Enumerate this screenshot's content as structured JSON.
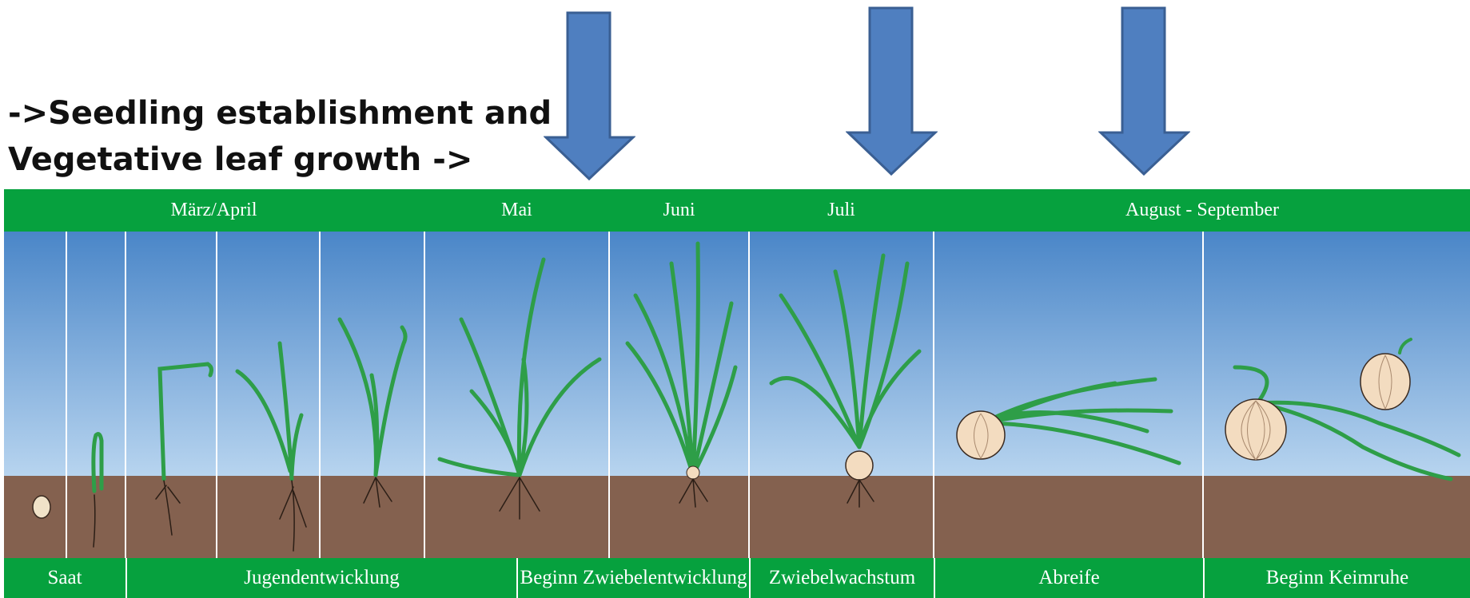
{
  "heading": {
    "line1": "->Seedling establishment and",
    "line2": "Vegetative leaf growth ->"
  },
  "colors": {
    "band": "#06a13e",
    "arrow": "#4f7fc0",
    "arrow_border": "#3a5f93",
    "soil": "#84614f",
    "sky_top": "#4a86c8",
    "sky_bottom": "#b7d4ef",
    "leaf": "#2e9e48",
    "bulb": "#f3dcc0"
  },
  "months": [
    "März/April",
    "Mai",
    "Juni",
    "Juli",
    "August - September"
  ],
  "stages": [
    "Saat",
    "Jugendentwicklung",
    "Beginn Zwiebelentwicklung",
    "Zwiebelwachstum",
    "Abreife",
    "Beginn Keimruhe"
  ],
  "icons": [
    "down-arrow-icon",
    "onion-seed-icon",
    "onion-seedling-icon",
    "onion-plant-icon",
    "onion-bulb-icon"
  ]
}
